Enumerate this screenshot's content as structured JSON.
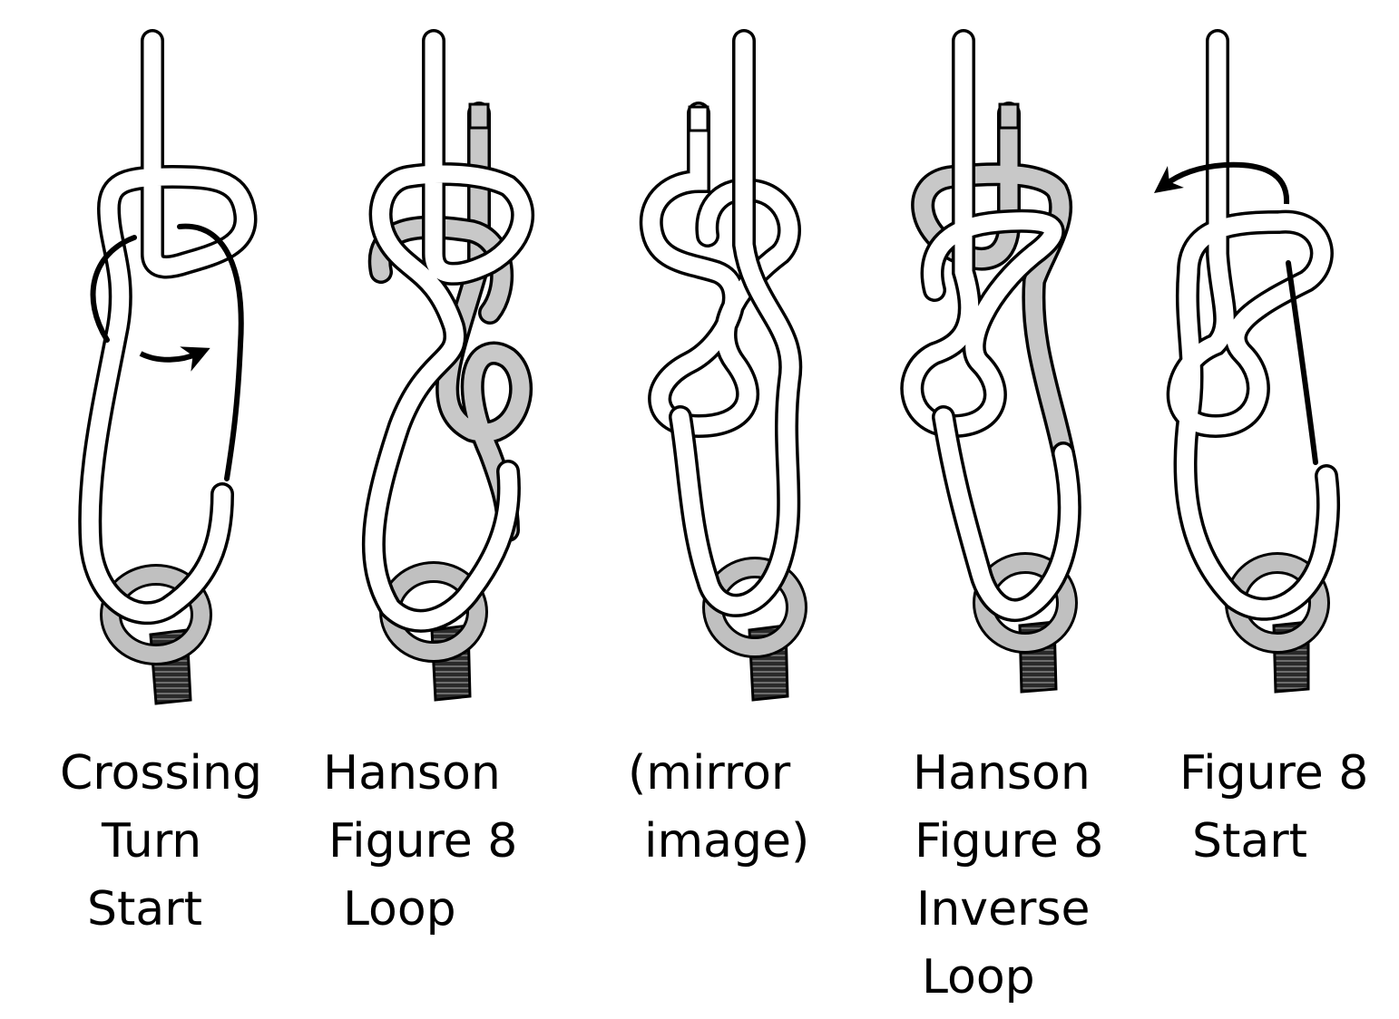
{
  "colors": {
    "rope_fill": "#ffffff",
    "rope_outline": "#000000",
    "second_strand": "#c8c8c8",
    "ring": "#c0c0c0",
    "webbing": "#2a2a2a",
    "arrow": "#000000"
  },
  "panels": [
    {
      "name": "crossing-turn-start",
      "caption": [
        "Crossing",
        "Turn",
        "Start"
      ]
    },
    {
      "name": "hanson-figure-8-loop",
      "caption": [
        "Hanson",
        "Figure 8",
        "Loop"
      ]
    },
    {
      "name": "mirror-image",
      "caption": [
        "(mirror",
        "image)"
      ]
    },
    {
      "name": "hanson-figure-8-inverse-loop",
      "caption": [
        "Hanson",
        "Figure 8",
        "Inverse",
        "Loop"
      ]
    },
    {
      "name": "figure-8-start",
      "caption": [
        "Figure 8",
        "Start"
      ]
    }
  ]
}
